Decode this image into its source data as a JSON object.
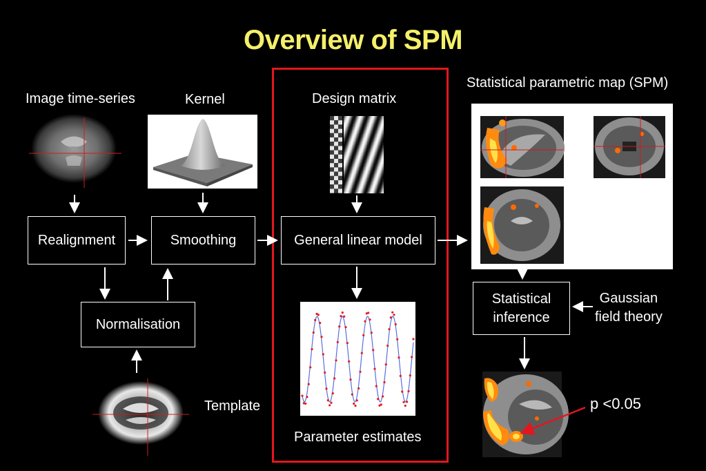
{
  "title": "Overview of SPM",
  "labels": {
    "image_time_series": "Image time-series",
    "kernel": "Kernel",
    "design_matrix": "Design matrix",
    "spm_map": "Statistical parametric map (SPM)",
    "template": "Template",
    "parameter_estimates": "Parameter estimates",
    "gaussian": "Gaussian\nfield theory",
    "pvalue": "p <0.05"
  },
  "boxes": {
    "realignment": "Realignment",
    "smoothing": "Smoothing",
    "glm": "General linear model",
    "normalisation": "Normalisation",
    "inference": "Statistical\ninference"
  },
  "colors": {
    "title": "#f4f06a",
    "frame": "#e2171e",
    "arrow": "#ffffff",
    "activation": "#ff9a1a",
    "fit_line": "#5b6de0",
    "data_points": "#e0201a"
  }
}
